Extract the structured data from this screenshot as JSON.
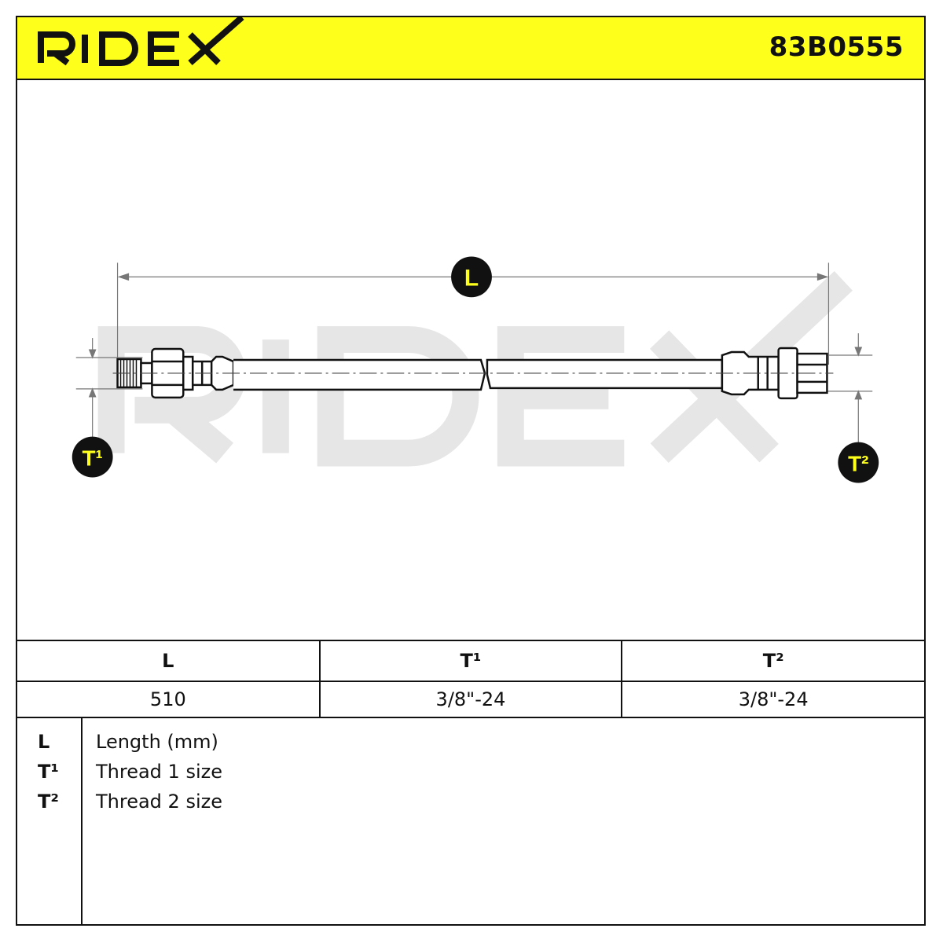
{
  "header": {
    "brand": "RIDEX",
    "part_number": "83B0555"
  },
  "colors": {
    "header_bg": "#ffff1c",
    "marker_bg": "#111111",
    "marker_text": "#ffff1c",
    "watermark": "#e6e6e6"
  },
  "drawing": {
    "watermark": "RIDEX",
    "marker_length": "L",
    "marker_t1": "T¹",
    "marker_t2": "T²"
  },
  "spec_table": {
    "headers": [
      "L",
      "T¹",
      "T²"
    ],
    "values": [
      "510",
      "3/8\"-24",
      "3/8\"-24"
    ]
  },
  "legend": [
    {
      "key": "L",
      "desc": "Length (mm)"
    },
    {
      "key": "T¹",
      "desc": "Thread 1 size"
    },
    {
      "key": "T²",
      "desc": "Thread 2 size"
    }
  ]
}
